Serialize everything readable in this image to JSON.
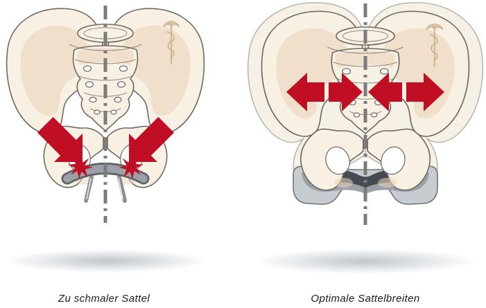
{
  "figure": {
    "panels": [
      {
        "id": "narrow-saddle",
        "caption": "Zu schmaler Sattel"
      },
      {
        "id": "optimal-saddle",
        "caption": "Optimale Sattelbreiten"
      }
    ],
    "icons": {
      "caduceus_watermark": "medical staff with snake watermark on right iliac wing",
      "pressure_arrow": "thick red block arrow pointing diagonally down onto sit bone",
      "pressure_star": "red impact burst at saddle contact point",
      "width_arrow": "red double-headed horizontal arrow indicating saddle width range",
      "centerline": "grey dash-dot vertical symmetry line"
    }
  },
  "colors": {
    "bone_fill": "#f8f0e3",
    "bone_shade": "#e9d4b8",
    "bone_outline": "#6f6b64",
    "bone_ghost_fill": "#f6f1e7",
    "bone_ghost_outline": "#bdb6a9",
    "arrow_red": "#c00f24",
    "centerline": "#7c7c7c",
    "narrow_saddle_fill": "#9ba1a7",
    "narrow_saddle_outline": "#5f646a",
    "rail": "#8b9095",
    "wide_saddle_base": "#c7ccd1",
    "wide_saddle_mid": "#9aa0a6",
    "wide_saddle_dark": "#454b52",
    "wide_saddle_outline": "#6e747a",
    "caption_color": "#1b1b1b",
    "watermark": "#b99a6b"
  }
}
